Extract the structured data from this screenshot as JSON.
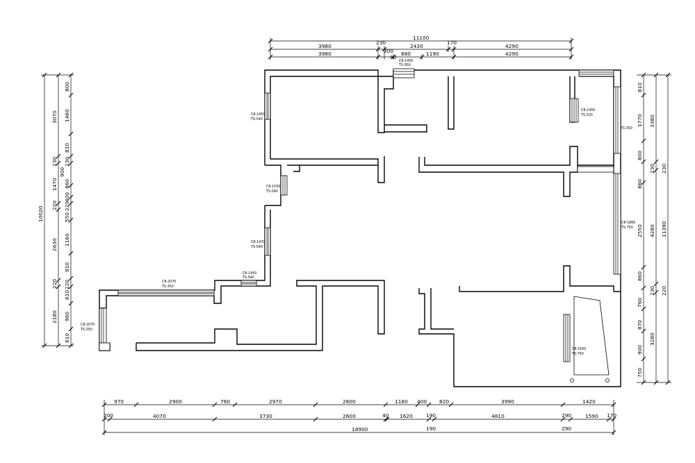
{
  "plan": {
    "top_dimensions": {
      "row1": [
        "11100"
      ],
      "row2": [
        "3980",
        "230",
        "2430",
        "170",
        "4290"
      ],
      "row3": [
        "3980",
        "300",
        "880",
        "1190",
        "4290"
      ],
      "row3_small": "90"
    },
    "bottom_dimensions": {
      "row1": [
        "970",
        "2900",
        "760",
        "2970",
        "2600",
        "1180",
        "400",
        "820",
        "3990",
        "1420"
      ],
      "row2": [
        "200",
        "4070",
        "3730",
        "2600",
        "40",
        "1620",
        "190",
        "4810",
        "290",
        "1590",
        "170"
      ],
      "total": "18900",
      "row3_extra": [
        "190",
        "290"
      ]
    },
    "left_dimensions": {
      "col1": [
        "10020"
      ],
      "col2": [
        "3070",
        "230",
        "1470",
        "220",
        "2630",
        "220",
        "2180"
      ],
      "col3": [
        "800",
        "1460",
        "810",
        "230",
        "860",
        "400",
        "220",
        "550",
        "1160",
        "910",
        "220",
        "610",
        "960",
        "610"
      ],
      "col3_merged": "900"
    },
    "right_dimensions": {
      "col1": [
        "810",
        "1770",
        "800",
        "860",
        "2550",
        "860",
        "760",
        "870",
        "900",
        "750"
      ],
      "col2": [
        "3380",
        "230",
        "4280",
        "230",
        "3280"
      ],
      "col3": [
        "230",
        "11390",
        "220"
      ]
    },
    "window_labels": [
      {
        "code": "C8-1450",
        "height": "TS-540"
      },
      {
        "code": "C8-1450",
        "height": "TS-950"
      },
      {
        "code": "C8-1450",
        "height": "TS-520"
      },
      {
        "code": "TS-350"
      },
      {
        "code": "C8-1550",
        "height": "TS-540"
      },
      {
        "code": "C8-1470",
        "height": "TS-540"
      },
      {
        "code": "C8-1860",
        "height": "TS-750"
      },
      {
        "code": "C8-2070",
        "height": "TS-350"
      },
      {
        "code": "C8-1450",
        "height": "TS-540"
      },
      {
        "code": "C8-2070",
        "height": "TS-350"
      },
      {
        "code": "C8-1650",
        "height": "TS-750"
      }
    ]
  }
}
